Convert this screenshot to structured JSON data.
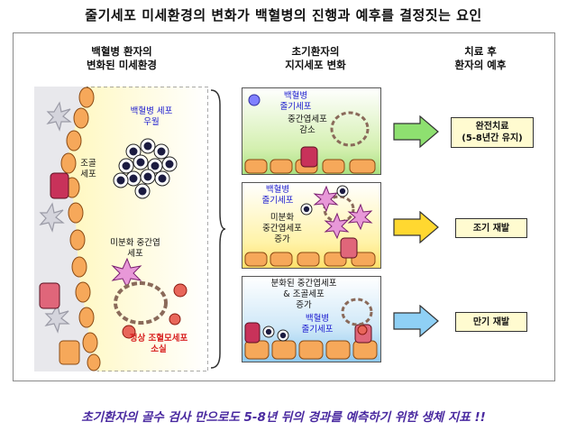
{
  "title": "줄기세포 미세환경의 변화가 백혈병의 진행과 예후를 결정짓는 요인",
  "columns": {
    "left": [
      "백혈병 환자의",
      "변화된 미세환경"
    ],
    "middle": [
      "초기환자의",
      "지지세포 변화"
    ],
    "right": [
      "치료 후",
      "환자의 예후"
    ]
  },
  "left_panel": {
    "leukemia_stem_cell": [
      "백혈병 세포",
      "우월"
    ],
    "osteoblast": [
      "조골",
      "세포"
    ],
    "undiff_msc": [
      "미분화 중간엽",
      "세포"
    ],
    "normal_hsc": [
      "정상 조혈모세포",
      "소실"
    ]
  },
  "scenarios": [
    {
      "labels": [
        [
          "백혈병",
          "줄기세포"
        ],
        [
          "중간엽세포",
          "감소"
        ]
      ],
      "outcome": [
        "완전치료",
        "(5-8년간 유지)"
      ]
    },
    {
      "labels": [
        [
          "백혈병",
          "줄기세포"
        ],
        [
          "미분화",
          "중간엽세포",
          "증가"
        ]
      ],
      "outcome": [
        "조기 재발"
      ]
    },
    {
      "labels": [
        [
          "분화된 중간엽세포",
          "& 조골세포",
          "증가"
        ],
        [
          "백혈병",
          "줄기세포"
        ]
      ],
      "outcome": [
        "만기 재발"
      ]
    }
  ],
  "footer": "초기환자의 골수 검사 만으로도 5-8년 뒤의 경과를 예측하기 위한 생체 지표 !!",
  "colors": {
    "footer_text": "#4a2aa0",
    "panel_yellow": "#ffe97a",
    "arrow1": "#8ee070",
    "arrow2": "#ffd830",
    "arrow3": "#8fd0f5",
    "red_label": "#d82020",
    "blue_label": "#2020d0"
  }
}
